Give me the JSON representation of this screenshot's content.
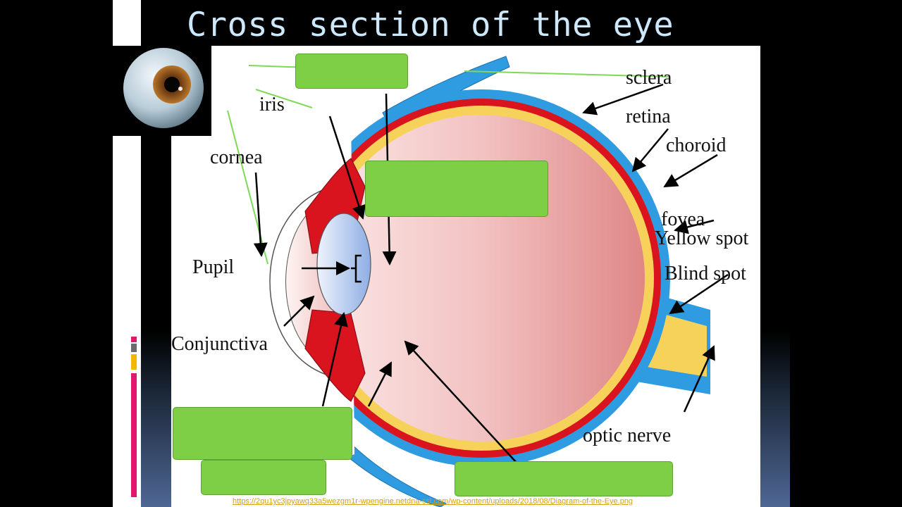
{
  "slide": {
    "title": "Cross section of the eye"
  },
  "labels": {
    "sclera": "sclera",
    "iris": "iris",
    "retina": "retina",
    "choroid": "choroid",
    "cornea": "cornea",
    "fovea": "fovea",
    "yellow_spot": "Yellow spot",
    "pupil": "Pupil",
    "blind_spot": "Blind spot",
    "conjunctiva": "Conjunctiva",
    "optic_nerve": "optic nerve"
  },
  "source_url": "https://2qu1yc3jpyawq33a5wezgm1r-wpengine.netdna-ssl.com/wp-content/uploads/2018/08/Diagram-of-the-Eye.png",
  "colors": {
    "answer_box": "#7ecf45",
    "sclera": "#2f9be0",
    "choroid": "#d9141f",
    "retina": "#f7d25b",
    "vitreous": "#e49a9a",
    "lens": "#9fbde8",
    "title": "#cde8fb",
    "pointer_line": "#7ed957",
    "accent_pink": "#e4176e",
    "accent_yellow": "#f2b705"
  }
}
